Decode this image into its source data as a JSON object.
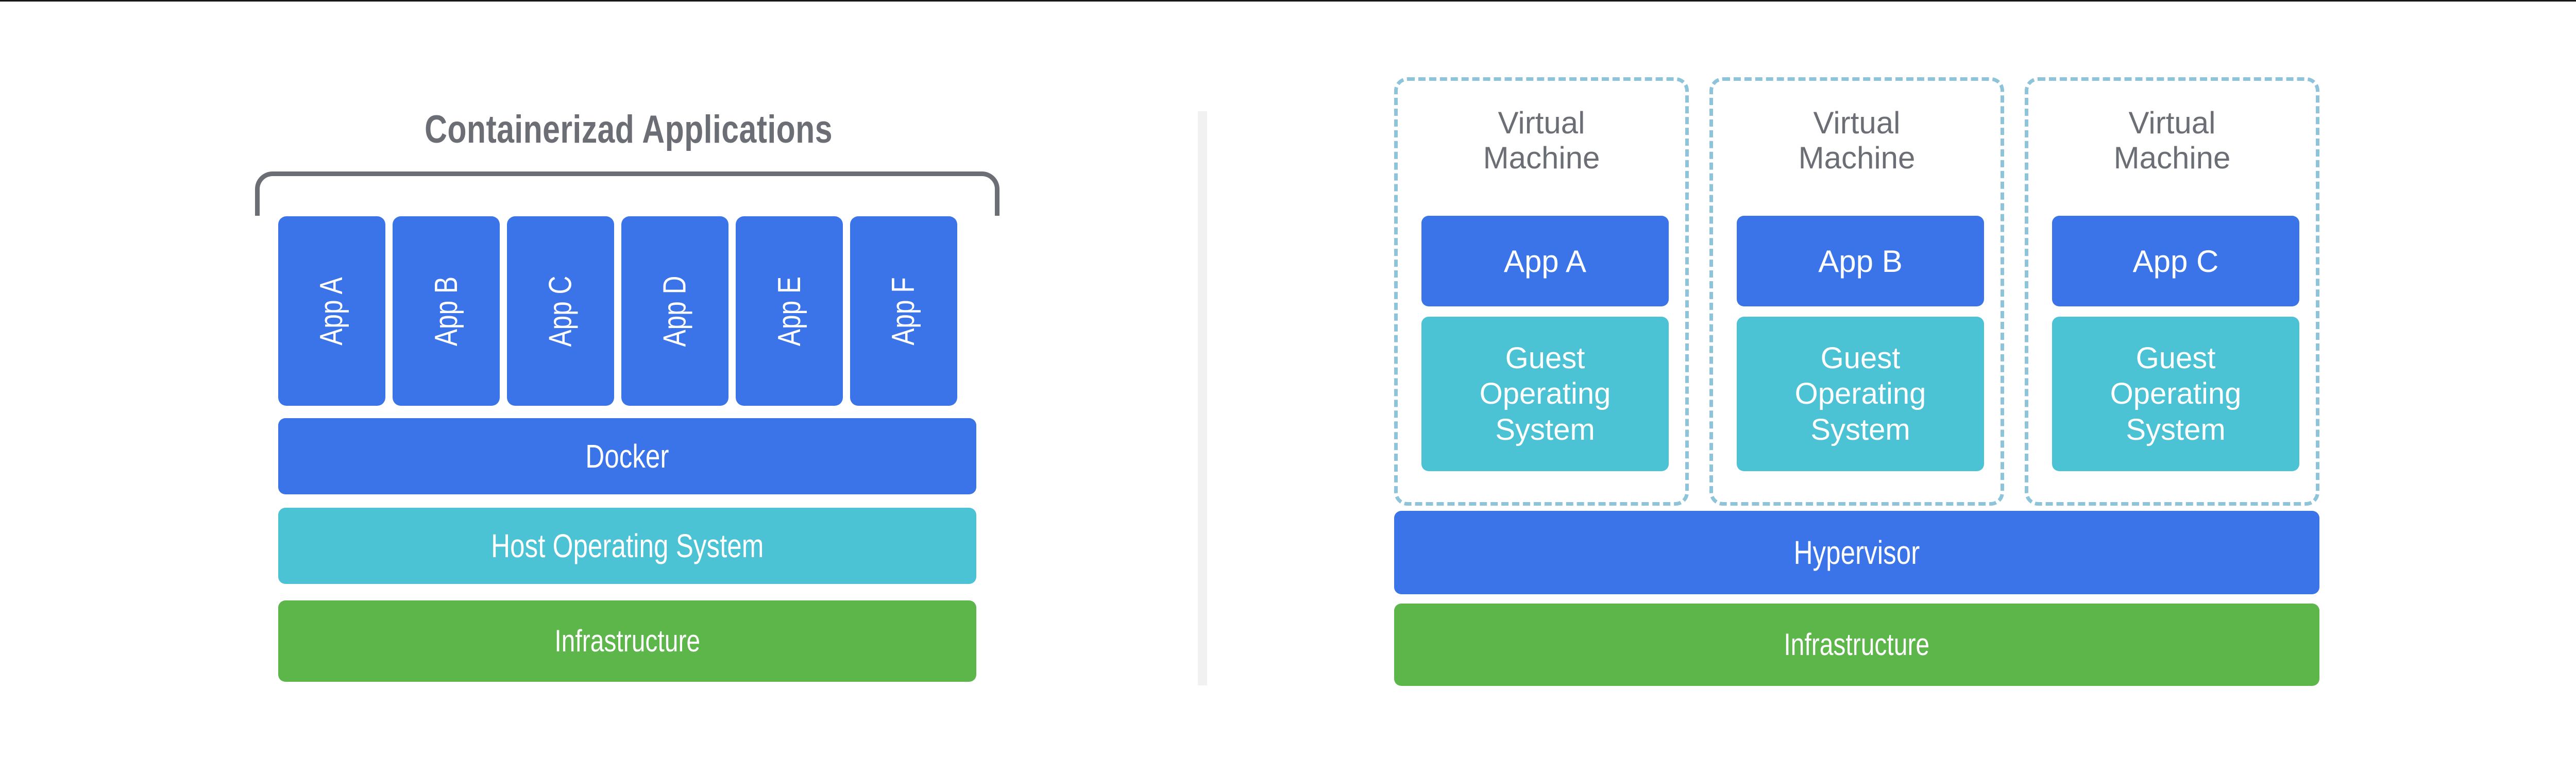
{
  "diagram": {
    "top_rule_color": "#17181a",
    "background": "#ffffff"
  },
  "palette": {
    "blue": "#3b74e8",
    "cyan": "#4cc2d5",
    "green": "#5cb64a",
    "gray_text": "#6b6e75",
    "dashed_border": "#8dc4d9",
    "divider": "#f1f1f2"
  },
  "left_panel": {
    "title": "Containerizad Applications",
    "apps": [
      {
        "label": "App A"
      },
      {
        "label": "App B"
      },
      {
        "label": "App C"
      },
      {
        "label": "App D"
      },
      {
        "label": "App E"
      },
      {
        "label": "App F"
      }
    ],
    "layers": [
      {
        "label": "Docker",
        "color": "#3b74e8"
      },
      {
        "label": "Host Operating System",
        "color": "#4cc2d5"
      },
      {
        "label": "Infrastructure",
        "color": "#5cb64a"
      }
    ]
  },
  "right_panel": {
    "vms": [
      {
        "title": "Virtual\nMachine",
        "app": "App A",
        "guest_os": "Guest\nOperating\nSystem"
      },
      {
        "title": "Virtual\nMachine",
        "app": "App B",
        "guest_os": "Guest\nOperating\nSystem"
      },
      {
        "title": "Virtual\nMachine",
        "app": "App C",
        "guest_os": "Guest\nOperating\nSystem"
      }
    ],
    "layers": [
      {
        "label": "Hypervisor",
        "color": "#3b74e8"
      },
      {
        "label": "Infrastructure",
        "color": "#5cb64a"
      }
    ]
  }
}
